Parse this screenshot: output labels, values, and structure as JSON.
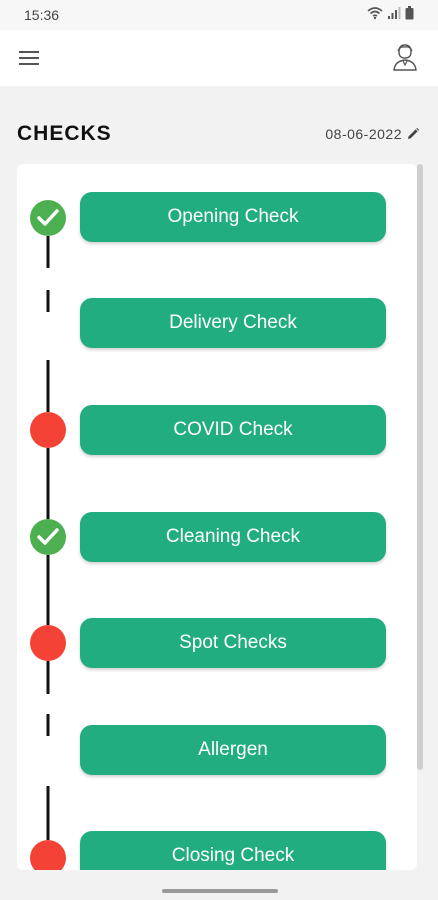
{
  "status_bar": {
    "time": "15:36"
  },
  "header": {
    "title": "CHECKS",
    "date": "08-06-2022"
  },
  "checks": [
    {
      "label": "Opening Check",
      "status": "complete"
    },
    {
      "label": "Delivery Check",
      "status": "none"
    },
    {
      "label": "COVID Check",
      "status": "incomplete"
    },
    {
      "label": "Cleaning Check",
      "status": "complete"
    },
    {
      "label": "Spot Checks",
      "status": "incomplete"
    },
    {
      "label": "Allergen",
      "status": "none"
    },
    {
      "label": "Closing Check",
      "status": "incomplete"
    }
  ],
  "colors": {
    "button": "#21ad7f",
    "complete": "#4caf50",
    "incomplete": "#f44336",
    "timeline": "#111111"
  },
  "icons": {
    "menu": "menu-icon",
    "profile": "profile-icon",
    "edit": "pencil-icon",
    "complete": "checkmark-icon"
  }
}
